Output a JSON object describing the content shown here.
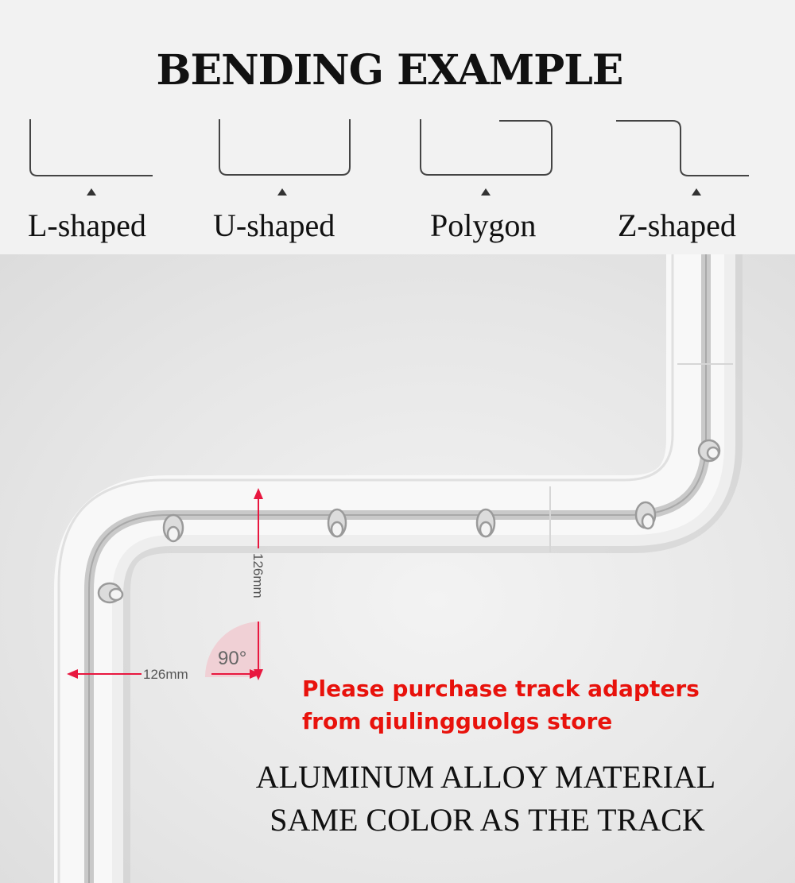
{
  "title": "BENDING EXAMPLE",
  "shapes": [
    {
      "label": "L-shaped"
    },
    {
      "label": "U-shaped"
    },
    {
      "label": "Polygon"
    },
    {
      "label": "Z-shaped"
    }
  ],
  "dimensions": {
    "vertical": "126mm",
    "horizontal": "126mm",
    "angle": "90°"
  },
  "notice": {
    "line1": "Please purchase track adapters",
    "line2": "from qiulingguolgs store"
  },
  "material": {
    "line1": "ALUMINUM ALLOY MATERIAL",
    "line2": "SAME COLOR AS THE TRACK"
  },
  "colors": {
    "notice_red": "#e8120c",
    "dimension_red": "#e8173f",
    "track_white": "#f8f8f8"
  }
}
